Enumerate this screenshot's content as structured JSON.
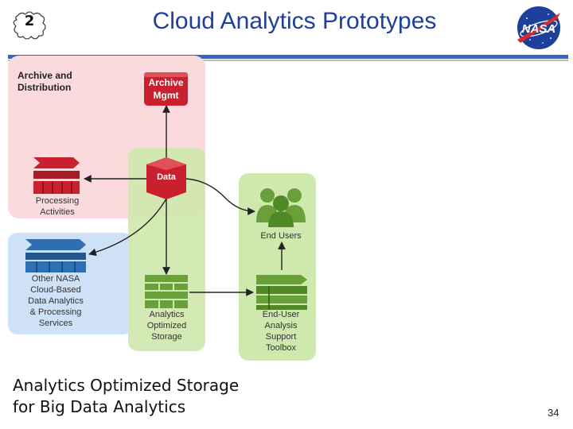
{
  "slide": {
    "number_badge": "2",
    "title": "Cloud Analytics Prototypes",
    "nasa_logo_text": "NASA",
    "caption_line1": "Analytics Optimized Storage",
    "caption_line2": "for Big Data Analytics",
    "page_number": "34"
  },
  "diagram": {
    "region_archive_label_line1": "Archive and",
    "region_archive_label_line2": "Distribution",
    "archive_mgmt_line1": "Archive",
    "archive_mgmt_line2": "Mgmt",
    "data_label": "Data",
    "processing_line1": "Processing",
    "processing_line2": "Activities",
    "end_users_label": "End Users",
    "other_nasa_lines": [
      "Other NASA",
      "Cloud-Based",
      "Data Analytics",
      "& Processing",
      "Services"
    ],
    "aos_lines": [
      "Analytics",
      "Optimized",
      "Storage"
    ],
    "toolbox_lines": [
      "End-User",
      "Analysis",
      "Support",
      "Toolbox"
    ]
  },
  "colors": {
    "title_blue": "#1f3f9c",
    "archive_region": "#fbdadd",
    "green_region": "#cfe8ae",
    "blue_region": "#cfe1f6",
    "red_icon": "#c8202f",
    "green_icon": "#6aa03a",
    "blue_icon": "#2d6fb3"
  }
}
